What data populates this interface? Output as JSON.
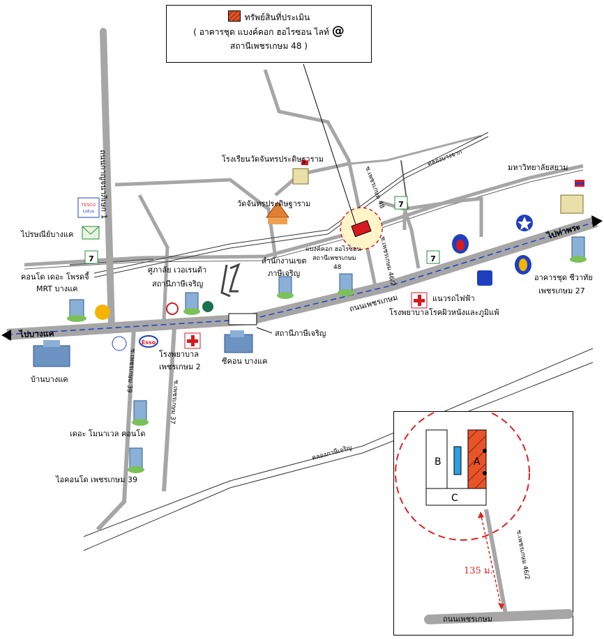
{
  "legend": {
    "line1": "ทรัพย์สินที่ประเมิน",
    "line2": "( อาคารชุด แบงค์คอก ฮอไรซอน ไลท์",
    "at": "@",
    "line3": "สถานีเพชรเกษม 48 )"
  },
  "roads": {
    "main": "ถนนเพชรเกษม",
    "kanchana": "ถนนกาญจนาภิเษก 1",
    "soi48": "ซ.เพชรเกษม 48",
    "soi46_2": "ซ.เพชรเกษม 46/2",
    "soi39": "ซ.เพชรเกษม 39",
    "soi37": "ซ.เพชรเกษม 37",
    "canal_bang_chuak": "คลองบางจาก",
    "canal_phasi": "คลองภาษีเจริญ"
  },
  "directions": {
    "west": "ไปบางแค",
    "east": "ไปท่าพระ"
  },
  "places": {
    "property": "แบงค์คอก ฮอไรซอน",
    "property2": "สถานีเพชรเกษม",
    "property3": "48",
    "school": "โรงเรียนวัดจันทรประดิษฐาราม",
    "temple": "วัดจันทรประดิษฐาราม",
    "post": "ไปรษณีย์บางแค",
    "tesco": "TESCO Lotus",
    "condo_mrt1": "คอนโด เดอะ โพรดจี้",
    "condo_mrt2": "MRT บางแค",
    "seacon1": "ศูภาลัย เวอเรนด้า",
    "seacon2": "สถานีภาษีเจริญ",
    "district1": "สำนักงานเขต",
    "district2": "ภาษีเจริญ",
    "station": "สถานีภาษีเจริญ",
    "hospital2_1": "โรงพยาบาล",
    "hospital2_2": "เพชรเกษม 2",
    "seacon_bangkae": "ซีคอน บางแค",
    "ban_bangkae": "บ้านบางแค",
    "monaco": "เดอะ โมนาเวล คอนโด",
    "icondo": "ไอคอนโด เพชรเกษม 39",
    "skin_hospital": "โรงพยาบาลโรคผิวหนังและภูมิแพ้",
    "bts_line": "แนวรถไฟฟ้า",
    "siam_uni": "มหาวิทยาลัยสยาม",
    "condo27_1": "อาคารชุด ชีวาทัย",
    "condo27_2": "เพชรเกษม 27",
    "seven": "7",
    "esso": "Esso"
  },
  "inset": {
    "a": "A",
    "b": "B",
    "c": "C",
    "distance": "135 ม.",
    "road": "ถนนเพชรเกษม",
    "soi": "ซ.เพชรเกษม 46/2"
  },
  "colors": {
    "road": "#a6a6a6",
    "property": "#d71920",
    "highlight": "#fff5c8",
    "bts": "#1f3fbf",
    "inset_circle": "#e02020"
  }
}
